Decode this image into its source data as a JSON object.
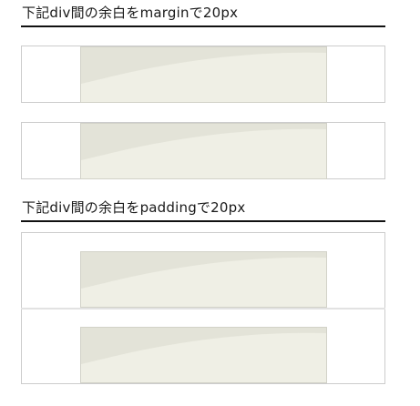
{
  "sections": [
    {
      "heading": "下記div間の余白をmarginで20px",
      "example_boxes": 2,
      "separation": "margin"
    },
    {
      "heading": "下記div間の余白をpaddingで20px",
      "example_boxes": 2,
      "separation": "padding"
    }
  ],
  "colors": {
    "page_background": "#ffffff",
    "heading_text": "#1a1a1a",
    "heading_underline": "#111111",
    "box_border": "#cccccc",
    "image_fill": "#efefe5",
    "image_wave": "#e3e3d8",
    "image_border": "#d2d2c8"
  }
}
